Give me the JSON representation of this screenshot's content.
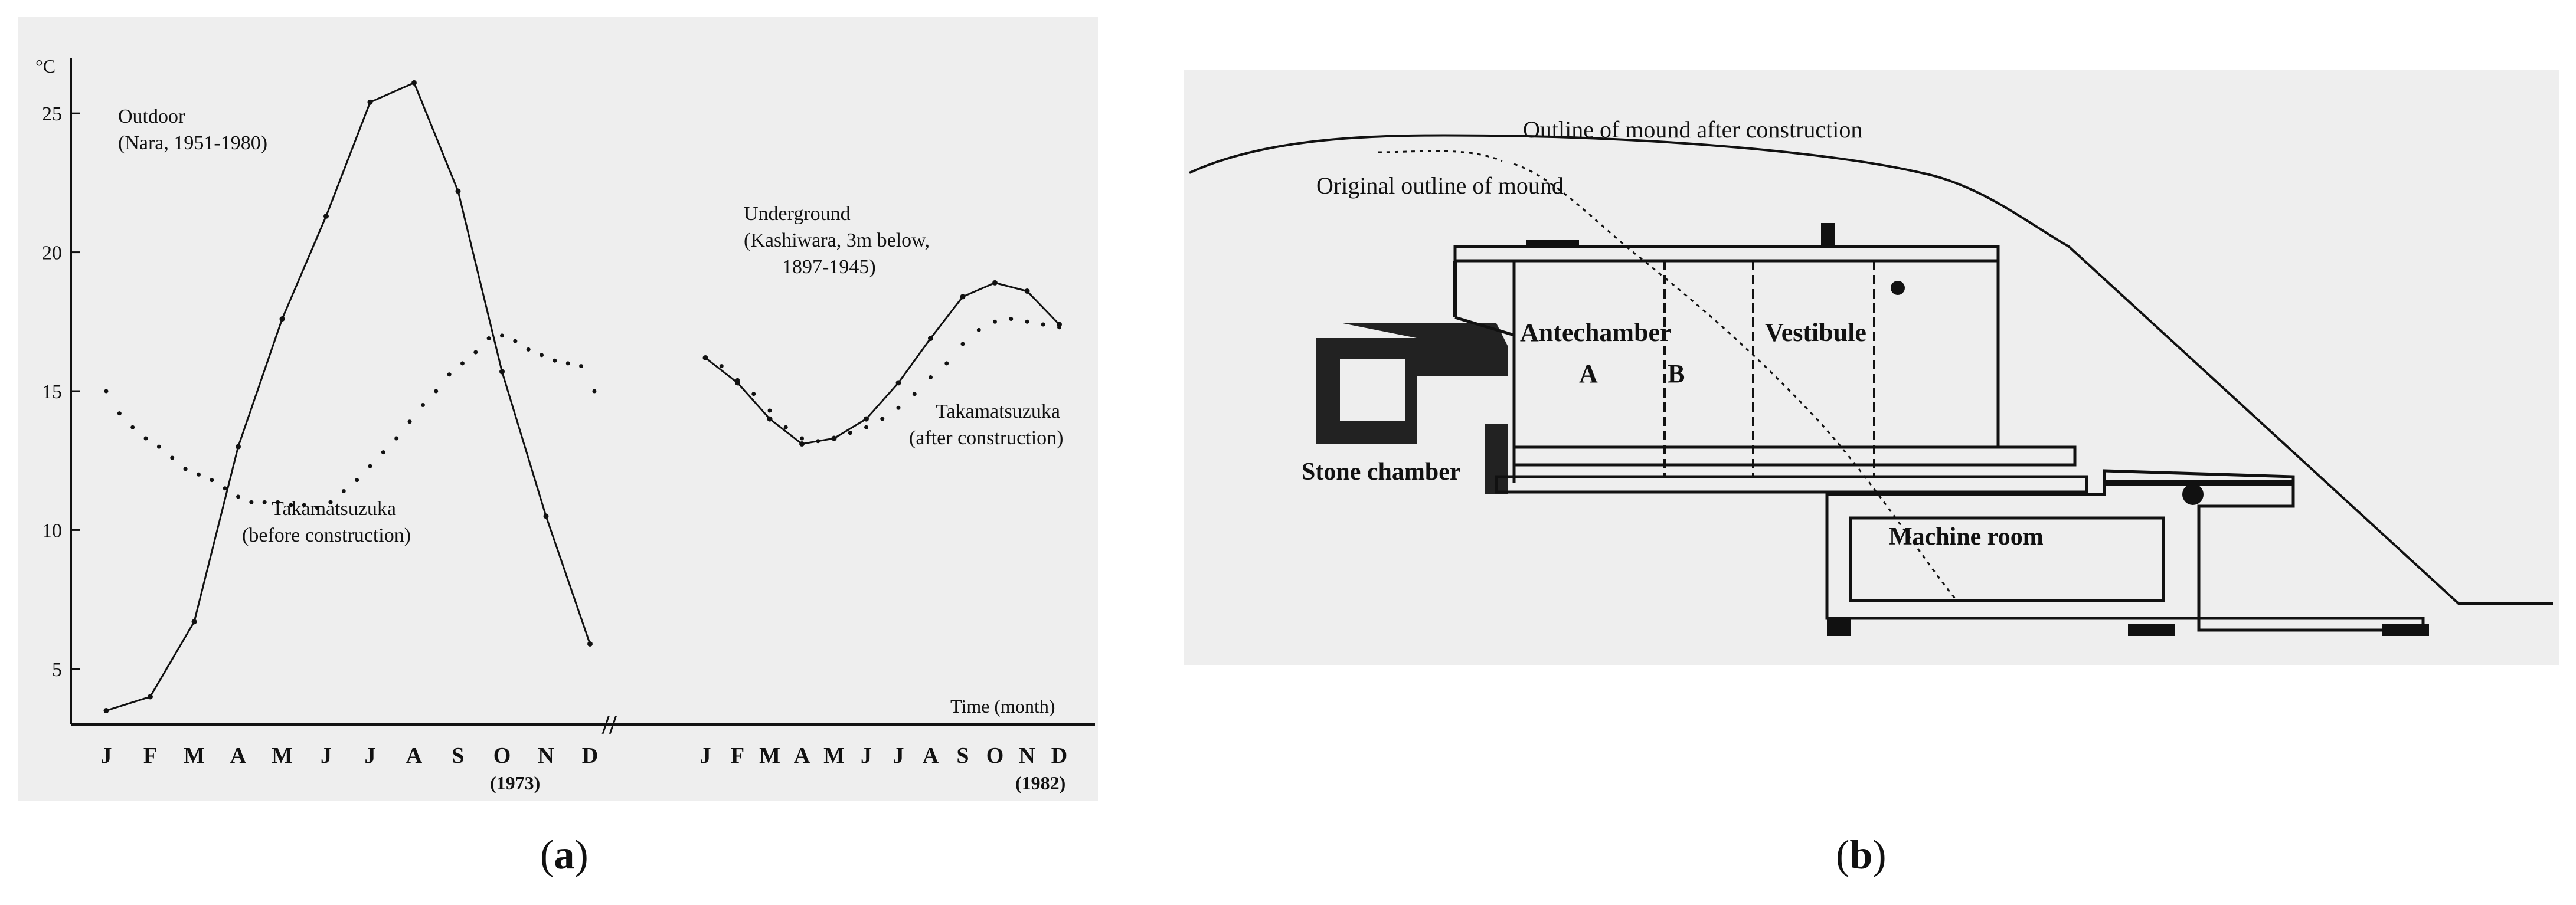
{
  "panel_a": {
    "chart_data": {
      "type": "line",
      "ylabel": "°C",
      "ylim": [
        3,
        27
      ],
      "yticks": [
        5,
        10,
        15,
        20,
        25
      ],
      "xlabel": "Time (month)",
      "year_left": "(1973)",
      "year_right": "(1982)",
      "months": [
        "J",
        "F",
        "M",
        "A",
        "M",
        "J",
        "J",
        "A",
        "S",
        "O",
        "N",
        "D"
      ],
      "break_mark": "//",
      "series": [
        {
          "name": "Outdoor",
          "style": "solid-dots",
          "segment": "left",
          "x": [
            1,
            2,
            3,
            4,
            5,
            6,
            7,
            8,
            9,
            10,
            11,
            12
          ],
          "y": [
            3.5,
            4.0,
            6.7,
            13.0,
            17.6,
            21.3,
            25.4,
            26.1,
            22.2,
            15.7,
            10.5,
            5.9
          ]
        },
        {
          "name": "Takamatsuzuka (before construction)",
          "style": "dots",
          "segment": "left",
          "x": [
            1,
            1.3,
            1.6,
            1.9,
            2.2,
            2.5,
            2.8,
            3.1,
            3.4,
            3.7,
            4,
            4.3,
            4.6,
            4.9,
            5.2,
            5.5,
            5.8,
            6.1,
            6.4,
            6.7,
            7,
            7.3,
            7.6,
            7.9,
            8.2,
            8.5,
            8.8,
            9.1,
            9.4,
            9.7,
            10,
            10.3,
            10.6,
            10.9,
            11.2,
            11.5,
            11.8,
            12.1
          ],
          "y": [
            15.0,
            14.2,
            13.7,
            13.3,
            13.0,
            12.6,
            12.2,
            12.0,
            11.8,
            11.5,
            11.2,
            11.0,
            11.0,
            11.0,
            10.9,
            10.9,
            10.8,
            11.0,
            11.4,
            11.8,
            12.3,
            12.8,
            13.3,
            13.9,
            14.5,
            15.0,
            15.6,
            16.0,
            16.4,
            16.9,
            17.0,
            16.8,
            16.5,
            16.3,
            16.1,
            16.0,
            15.9,
            15.0
          ]
        },
        {
          "name": "Underground",
          "style": "solid",
          "segment": "right",
          "x": [
            1,
            2,
            3,
            4,
            5,
            6,
            7,
            8,
            9,
            10,
            11,
            12
          ],
          "y": [
            16.2,
            15.3,
            14.0,
            13.1,
            13.3,
            14.0,
            15.3,
            16.9,
            18.4,
            18.9,
            18.6,
            17.4
          ]
        },
        {
          "name": "Takamatsuzuka (after construction)",
          "style": "dots",
          "segment": "right",
          "x": [
            1,
            1.5,
            2,
            2.5,
            3,
            3.5,
            4,
            4.5,
            5,
            5.5,
            6,
            6.5,
            7,
            7.5,
            8,
            8.5,
            9,
            9.5,
            10,
            10.5,
            11,
            11.5,
            12
          ],
          "y": [
            16.2,
            15.9,
            15.4,
            14.9,
            14.3,
            13.7,
            13.3,
            13.2,
            13.3,
            13.5,
            13.7,
            14.0,
            14.4,
            14.9,
            15.5,
            16.0,
            16.7,
            17.2,
            17.5,
            17.6,
            17.5,
            17.4,
            17.3
          ]
        }
      ],
      "annotations": [
        {
          "lines": [
            "Outdoor",
            "(Nara, 1951-1980)"
          ]
        },
        {
          "lines": [
            "Takamatsuzuka",
            "(before construction)"
          ]
        },
        {
          "lines": [
            "Underground",
            "(Kashiwara, 3m below,",
            "1897-1945)"
          ]
        },
        {
          "lines": [
            "Takamatsuzuka",
            "(after construction)"
          ]
        }
      ]
    },
    "caption_letter": "a"
  },
  "panel_b": {
    "labels": {
      "mound_after": "Outline of mound after construction",
      "mound_original": "Original outline of mound",
      "antechamber": "Antechamber",
      "vestibule": "Vestibule",
      "room_a": "A",
      "room_b": "B",
      "stone_chamber": "Stone chamber",
      "machine_room": "Machine room"
    },
    "caption_letter": "b"
  }
}
